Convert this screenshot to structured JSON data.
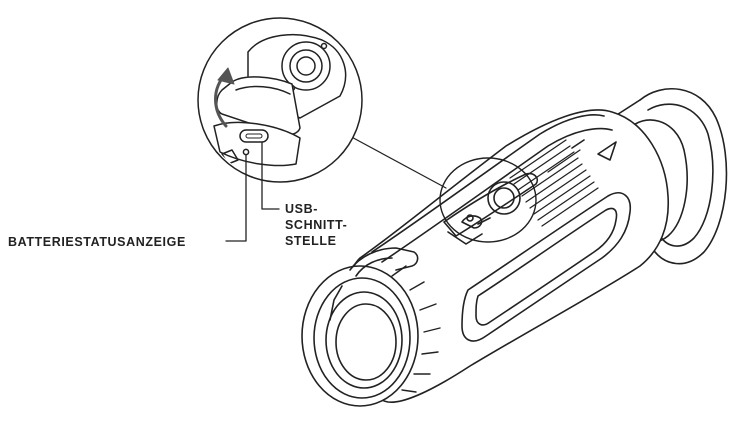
{
  "labels": {
    "battery_status": "BATTERIESTATUSANZEIGE",
    "usb_interface": [
      "USB-",
      "SCHNITT-",
      "STELLE"
    ]
  },
  "colors": {
    "line": "#222222",
    "background": "#ffffff"
  }
}
